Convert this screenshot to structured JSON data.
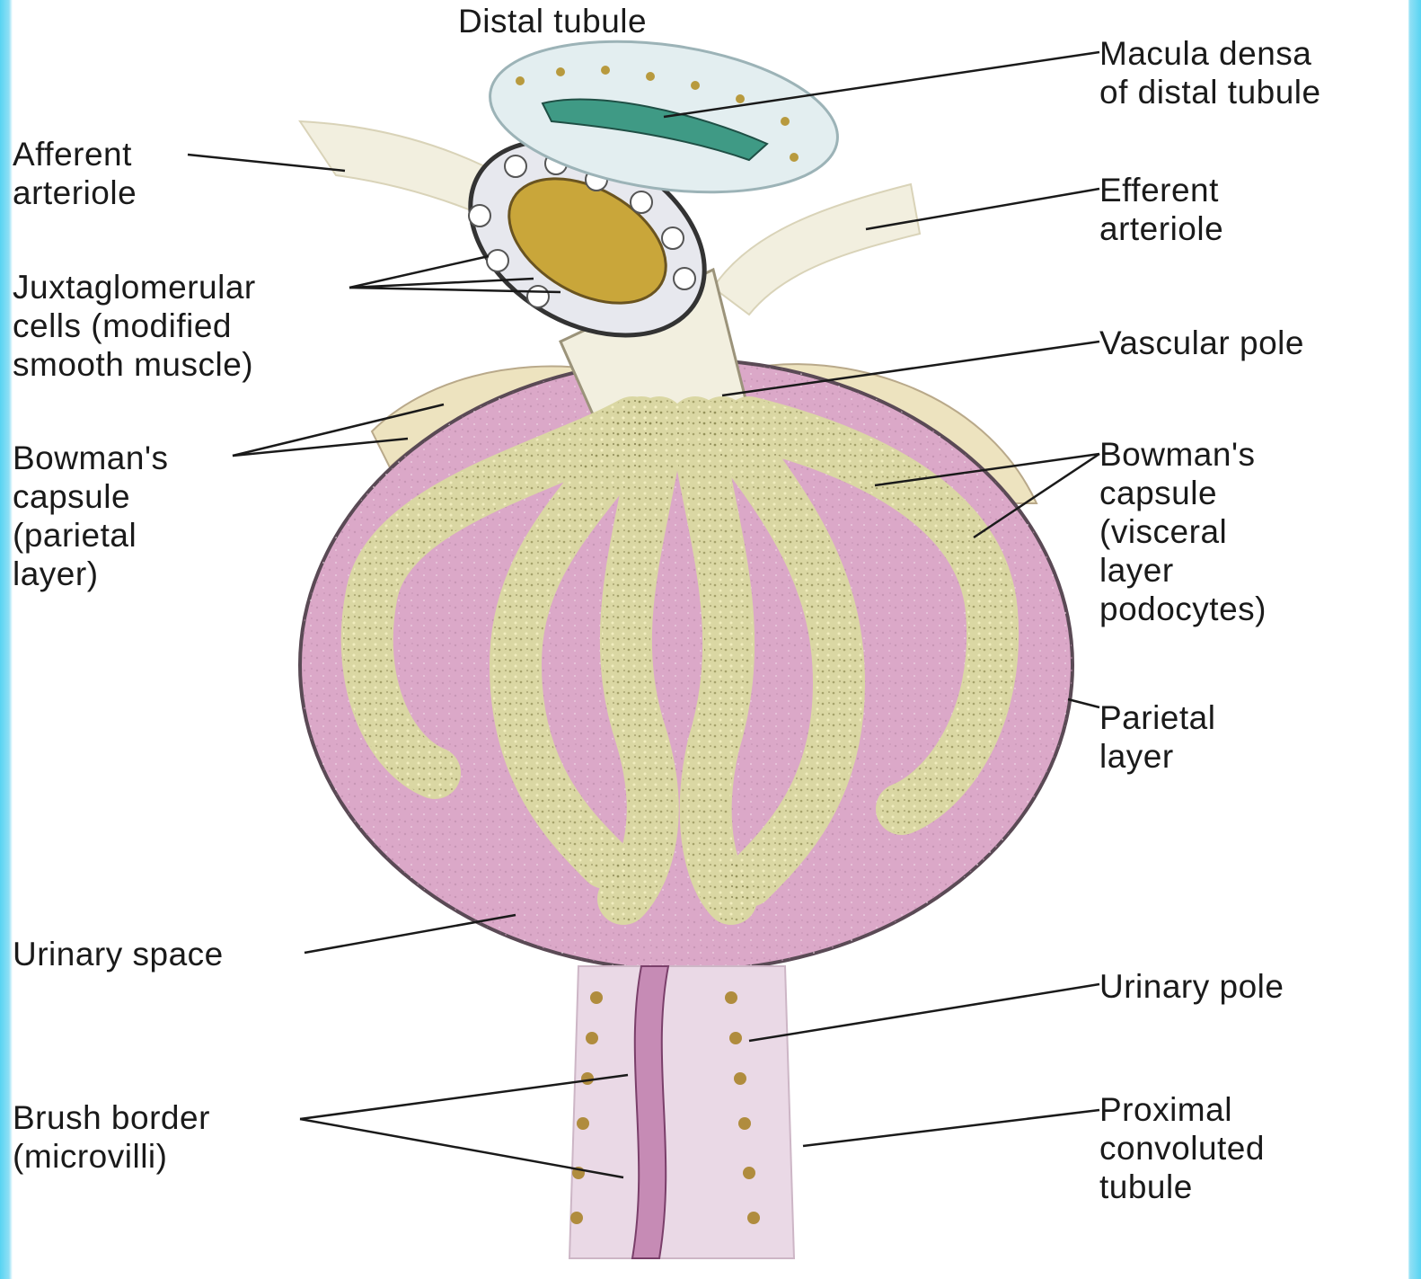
{
  "diagram": {
    "labels": {
      "distal_tubule": "Distal tubule",
      "macula_densa": "Macula densa\nof distal tubule",
      "afferent_arteriole": "Afferent\narteriole",
      "efferent_arteriole": "Efferent\narteriole",
      "juxtaglomerular_cells": "Juxtaglomerular\ncells (modified\nsmooth muscle)",
      "vascular_pole": "Vascular pole",
      "bowmans_parietal": "Bowman's\ncapsule\n(parietal\nlayer)",
      "bowmans_visceral": "Bowman's\ncapsule\n(visceral\nlayer\npodocytes)",
      "parietal_layer": "Parietal\nlayer",
      "urinary_space": "Urinary space",
      "urinary_pole": "Urinary pole",
      "brush_border": "Brush border\n(microvilli)",
      "proximal_tubule": "Proximal\nconvoluted\ntubule"
    },
    "colors": {
      "urinary_space": "#dba8c8",
      "glomerular_capillaries": "#dad7a3",
      "capsule_rim": "#ede3bf",
      "arteriole": "#f2efdf",
      "macula_densa": "#3f9a85",
      "jg_cells": "#c9a63a",
      "tubule_wall": "#ead9e6",
      "border_accent": "#57d4f2"
    }
  }
}
